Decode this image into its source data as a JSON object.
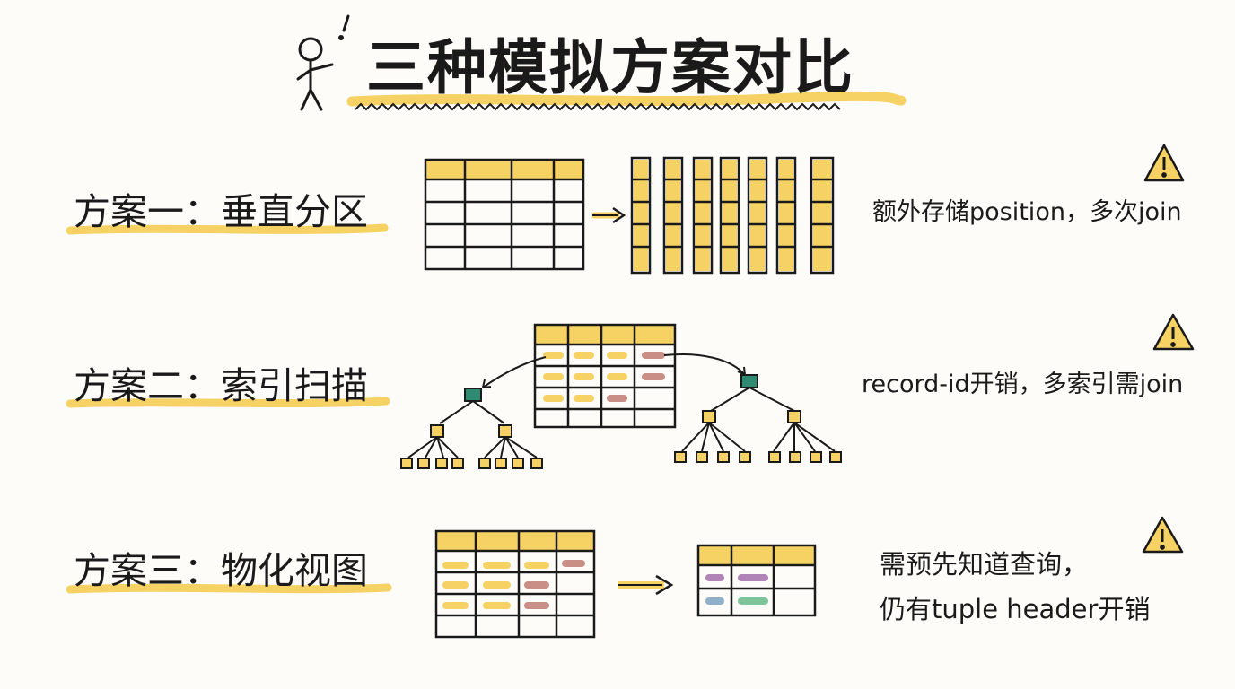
{
  "title": "三种模拟方案对比",
  "rows": [
    {
      "label": "方案一：垂直分区",
      "note": "额外存储position，多次join"
    },
    {
      "label": "方案二：索引扫描",
      "note": "record-id开销，多索引需join"
    },
    {
      "label": "方案三：物化视图",
      "note_lines": [
        "需预先知道查询，",
        "仍有tuple header开销"
      ]
    }
  ],
  "icons": {
    "person": "stick-figure-icon",
    "exclaim": "exclamation-icon",
    "warning": "warning-triangle-icon",
    "arrow": "arrow-right-icon"
  },
  "colors": {
    "yellow": "#f6d264",
    "ink": "#1a1a1a",
    "rose": "#c98e86",
    "green": "#2e8b72",
    "purple": "#b084b6",
    "mint": "#7ec49a",
    "blue": "#8fb0c8"
  }
}
